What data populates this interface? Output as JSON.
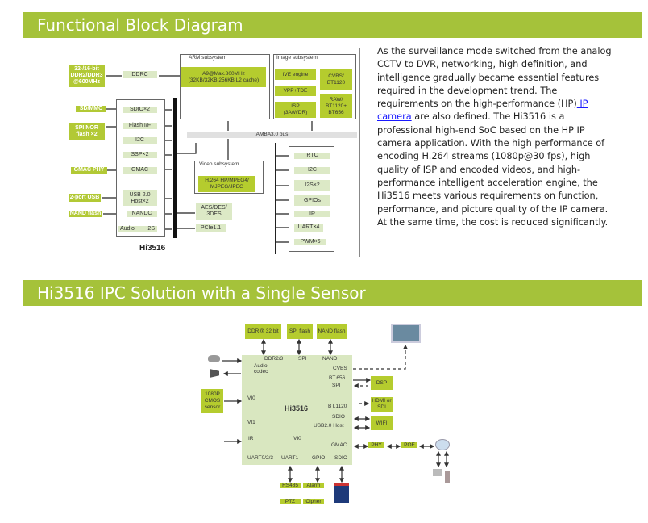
{
  "section1": {
    "title": "Functional Block Diagram",
    "paragraph_before_link": "As the surveillance mode switched from the analog CCTV to DVR, networking, high definition, and intelligence gradually became essential features required in the development trend. The requirements on the high-performance (HP)",
    "link": " IP camera",
    "paragraph_after_link": " are also defined. The Hi3516 is a professional high-end SoC based on the HP IP camera application. With the high performance of encoding H.264 streams (1080p@30 fps), high quality of ISP and encoded videos, and high-performance intelligent acceleration engine, the Hi3516 meets various requirements on function, performance, and picture quality of the IP camera. At the same time, the cost is reduced significantly.",
    "diagram": {
      "chip": "Hi3516",
      "external": [
        "32-/16-bit DDR2/DDR3 @600MHz",
        "SD/MMC",
        "SPI NOR flash ×2",
        "GMAC PHY",
        "2-port USB",
        "NAND flash"
      ],
      "ddrc": "DDRC",
      "peripherals_left": [
        "SDIO×2",
        "Flash I/F",
        "I2C",
        "SSP×2",
        "GMAC",
        "USB 2.0 Host×2",
        "NANDC"
      ],
      "audio": "Audio",
      "i2s": "I2S",
      "arm_title": "ARM subsystem",
      "arm_core": "A9@Max.800MHz (32KB/32KB,256KB L2 cache)",
      "image_title": "Image subsystem",
      "image_blocks": [
        "IVE engine",
        "VPP+TDE",
        "ISP (3A/WDR)",
        "CVBS/ BT1120",
        "RAW/ BT1120+ BT656"
      ],
      "bus": "AMBA3.0 bus",
      "video_title": "Video subsystem",
      "video_codec": "H.264 HP/MPEG4/ MJPEG/JPEG",
      "crypto": "AES/DES/ 3DES",
      "pcie": "PCIe1.1",
      "peripherals_right": [
        "RTC",
        "I2C",
        "I2S×2",
        "GPIOs",
        "IR",
        "UART×4",
        "PWM×6"
      ]
    }
  },
  "section2": {
    "title": "Hi3516 IPC Solution with a Single Sensor",
    "diagram": {
      "chip": "Hi3516",
      "top_blocks": [
        "DDR@ 32 bit",
        "SPI flash",
        "NAND flash"
      ],
      "top_ports": [
        "DDR2/3",
        "SPI",
        "NAND"
      ],
      "audio_codec": "Audio codec",
      "left_ports": [
        "VI0",
        "VI1",
        "IR"
      ],
      "sensor": "1080P CMOS sensor",
      "right_ports": [
        "CVBS",
        "BT.656",
        "SPI",
        "BT.1120",
        "SDIO",
        "USB2.0 Host",
        "GMAC"
      ],
      "inner_vi": "VI0",
      "bottom_ports": [
        "UART0/2/3",
        "UART1",
        "GPIO",
        "SDIO"
      ],
      "right_blocks": [
        "DSP",
        "HDMI or SDI",
        "WIFI",
        "PHY",
        "POE"
      ],
      "bottom_blocks": [
        "RS485",
        "Alarm",
        "PTZ",
        "Cipher"
      ]
    }
  },
  "colors": {
    "header": "#a5c23a",
    "block_dark": "#b5cc2e",
    "block_light": "#dce9c6",
    "link": "#1a1aff"
  }
}
